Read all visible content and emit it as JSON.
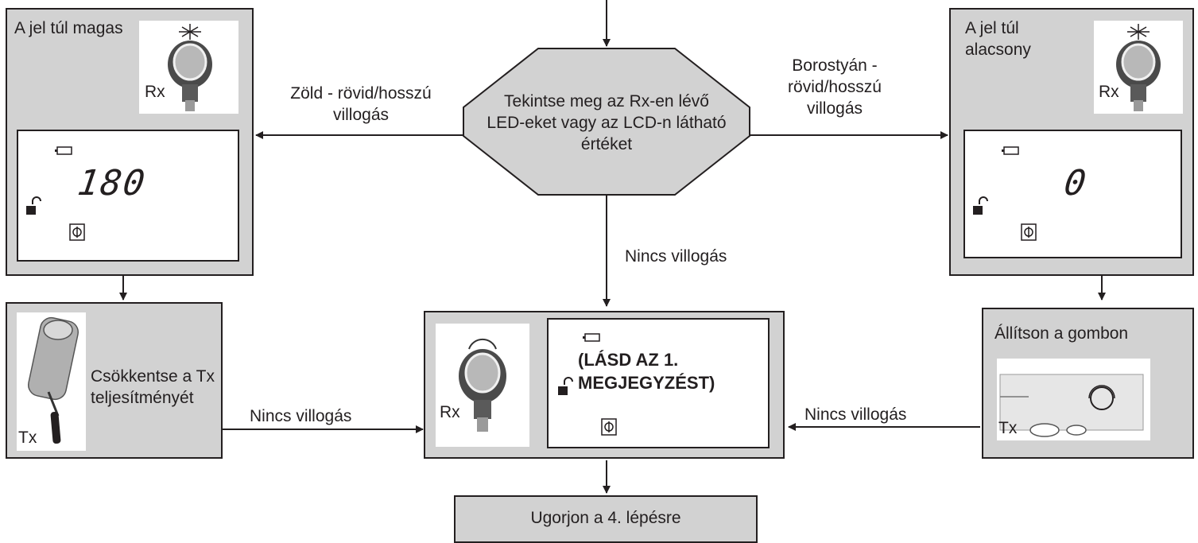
{
  "center": {
    "text": "Tekintse meg az Rx-en lévő LED-eket vagy az LCD-n látható értéket"
  },
  "left_branch": {
    "label": "Zöld - rövid/hosszú villogás",
    "box_title": "A jel túl magas",
    "rx_label": "Rx",
    "lcd_value": "180"
  },
  "right_branch": {
    "label": "Borostyán - rövid/hosszú villogás",
    "box_title": "A jel túl alacsony",
    "rx_label": "Rx",
    "lcd_value": "0"
  },
  "down_branch": {
    "label": "Nincs villogás"
  },
  "left_action": {
    "text": "Csökkentse a Tx teljesítményét",
    "tx_label": "Tx",
    "arrow_label": "Nincs villogás"
  },
  "right_action": {
    "text": "Állítson a gombon",
    "tx_label": "Tx",
    "arrow_label": "Nincs villogás"
  },
  "result": {
    "rx_label": "Rx",
    "lcd_text": "(LÁSD AZ 1. MEGJEGYZÉST)"
  },
  "final": {
    "text": "Ugorjon a 4. lépésre"
  }
}
